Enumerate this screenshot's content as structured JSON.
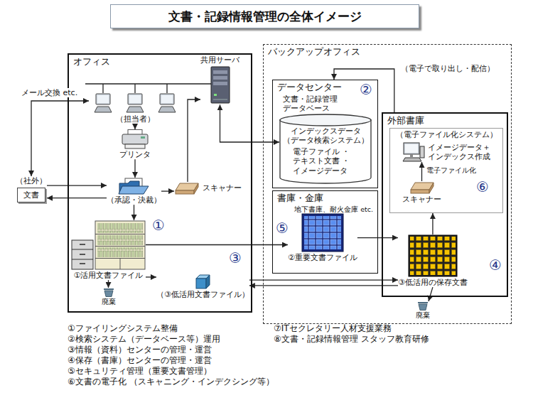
{
  "diagram": {
    "title": "文書・記録情報管理の全体イメージ",
    "nodes": [
      {
        "text": [
          "オフィス"
        ]
      },
      {
        "text": [
          "共用サーバ"
        ],
        "in": 0
      },
      {
        "text": [
          "（担当者）"
        ],
        "in": 0
      },
      {
        "text": [
          "プリンタ"
        ],
        "in": 0
      },
      {
        "text": [
          "（承認・決裁）"
        ],
        "in": 0
      },
      {
        "text": [
          "スキャナー"
        ],
        "in": 0
      },
      {
        "text": [
          "①活用文書ファイル"
        ],
        "in": 0
      },
      {
        "text": [
          "廃棄"
        ],
        "in": 0
      },
      {
        "text": [
          "（③低活用文書ファイル）"
        ],
        "in": 0
      },
      {
        "text": [
          "（社外）",
          "文書"
        ]
      },
      {
        "text": [
          "バックアップオフィス"
        ]
      },
      {
        "text": [
          "データセンター",
          "文書・記録管理 データベース"
        ],
        "in": 10
      },
      {
        "text": [
          "インデックスデータ （データ検索システム）",
          "電子ファイル ・テキスト文書 ・イメージデータ"
        ],
        "in": 11
      },
      {
        "text": [
          "書庫・金庫",
          "地下書庫、耐火金庫 etc."
        ],
        "in": 10
      },
      {
        "text": [
          "②重要文書ファイル"
        ],
        "in": 13
      },
      {
        "text": [
          "外部書庫"
        ],
        "in": 10
      },
      {
        "text": [
          "（電子ファイル化システム）"
        ],
        "in": 15
      },
      {
        "text": [
          "イメージデータ＋ インデックス作成"
        ],
        "in": 16
      },
      {
        "text": [
          "スキャナー"
        ],
        "in": 16
      },
      {
        "text": [
          "③低活用の保存文書"
        ],
        "in": 15
      },
      {
        "text": [
          "廃棄"
        ],
        "in": 10
      }
    ],
    "edges": [
      {
        "from": 2,
        "to": 3,
        "arrow": "to"
      },
      {
        "from": 3,
        "to": 4,
        "arrow": "to"
      },
      {
        "from": 4,
        "to": 5,
        "arrow": "to"
      },
      {
        "from": 5,
        "to": 1,
        "arrow": "to"
      },
      {
        "from": 4,
        "to": 6,
        "arrow": "to"
      },
      {
        "from": 9,
        "to": 4,
        "arrow": "to"
      },
      {
        "from": 4,
        "to": 9,
        "arrow": "to"
      },
      {
        "from": 9,
        "to": 2,
        "label": "メール交換 etc.",
        "arrow": "both"
      },
      {
        "from": 1,
        "to": 12,
        "arrow": "both"
      },
      {
        "from": 6,
        "to": 7,
        "arrow": "to"
      },
      {
        "from": 6,
        "to": 8,
        "arrow": "to"
      },
      {
        "from": 6,
        "to": 14,
        "arrow": "to"
      },
      {
        "from": 8,
        "to": 19,
        "arrow": "to"
      },
      {
        "from": 19,
        "to": 8,
        "arrow": "to"
      },
      {
        "from": 14,
        "to": 19,
        "arrow": "to"
      },
      {
        "from": 19,
        "to": 16,
        "arrow": "to"
      },
      {
        "from": 18,
        "to": 17,
        "label": "電子ファイル化",
        "arrow": "to"
      },
      {
        "from": 19,
        "to": 20,
        "arrow": "to"
      },
      {
        "from": 15,
        "to": 11,
        "label": "（電子で取り出し・配信）",
        "arrow": "to"
      }
    ],
    "labels": [
      "①",
      "②",
      "③",
      "④",
      "⑤",
      "⑥",
      "①ファイリングシステム整備",
      "②検索システム（データベース等）運用",
      "③情報（資料）センターの管理・運営",
      "④保存（書庫）センターの管理・運営",
      "⑤セキュリティ管理（重要文書管理）",
      "⑥文書の電子化 （スキャニング・インデクシング等）",
      "⑦ITセクレタリー人材支援業務",
      "⑧文書・記録情報管理 スタッフ教育研修"
    ]
  }
}
